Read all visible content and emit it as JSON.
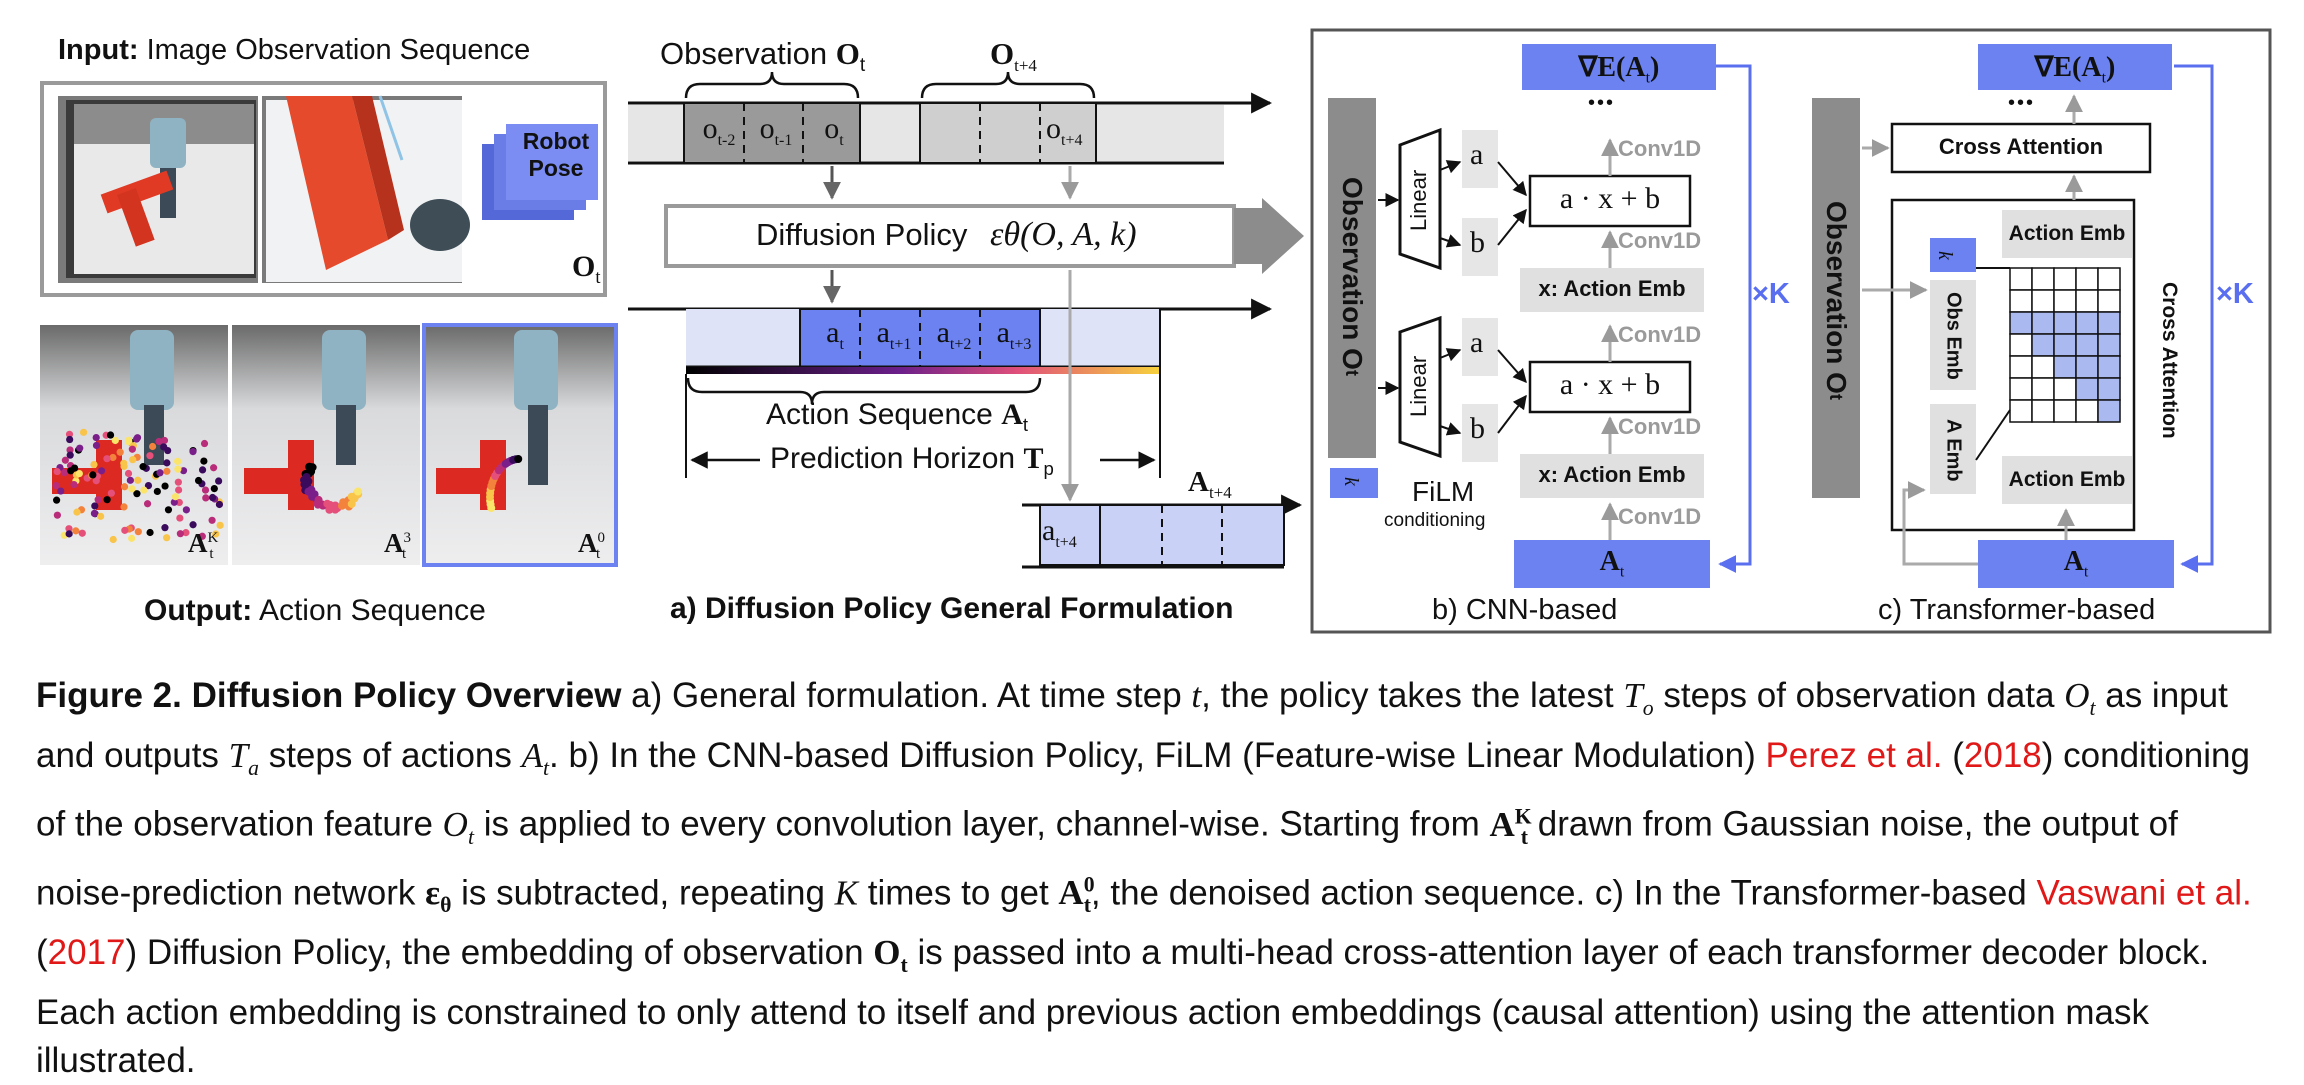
{
  "panel_a": {
    "input_bold": "Input:",
    "input_rest": " Image Observation Sequence",
    "robot_pose": [
      "Robot",
      "Pose"
    ],
    "obs_symbol": "O",
    "obs_sub": "t",
    "output_bold": "Output:",
    "output_rest": "  Action Sequence",
    "sample_K": "A",
    "sample_K_sup": "K",
    "sample_3": "A",
    "sample_3_sup": "3",
    "sample_0": "A",
    "sample_0_sup": "0",
    "sample_sub": "t",
    "observation_label": "Observation",
    "observation_symbol": "O",
    "observation_sub": "t",
    "obs_future": "O",
    "obs_future_sub": "t+4",
    "obs_cells": [
      "o",
      "o",
      "o"
    ],
    "obs_cell_subs": [
      "t-2",
      "t-1",
      "t"
    ],
    "obs_future_cell": "o",
    "obs_future_cell_sub": "t+4",
    "policy_label": "Diffusion Policy",
    "policy_formula": "εθ(O, A, k)",
    "action_cells": [
      "a",
      "a",
      "a",
      "a"
    ],
    "action_cell_subs": [
      "t",
      "t+1",
      "t+2",
      "t+3"
    ],
    "action_seq_label": "Action Sequence",
    "action_seq_symbol": "A",
    "action_seq_sub": "t",
    "horizon_label": "Prediction Horizon",
    "horizon_symbol": "T",
    "horizon_sub": "p",
    "future_action_symbol": "A",
    "future_action_sub": "t+4",
    "future_action_cell": "a",
    "future_action_cell_sub": "t+4",
    "subtitle": "a) Diffusion Policy General Formulation"
  },
  "panel_b": {
    "obs_label": "Observation O",
    "obs_sub": "t",
    "k_label": "k",
    "linear_label": "Linear",
    "a_label": "a",
    "b_label": "b",
    "gradient": "∇E(A",
    "gradient_sub": "t",
    "gradient_close": ")",
    "dots": "•••",
    "conv": "Conv1D",
    "film_expr": "a · x + b",
    "action_emb": "x: Action Emb",
    "film_label": "FiLM",
    "film_sub": "conditioning",
    "bottom_symbol": "A",
    "bottom_sub": "t",
    "times_k": "×K",
    "subtitle": "b) CNN-based"
  },
  "panel_c": {
    "obs_label": "Observation O",
    "obs_sub": "t",
    "gradient": "∇E(A",
    "gradient_sub": "t",
    "gradient_close": ")",
    "dots": "•••",
    "cross_attention": "Cross Attention",
    "cross_attention_vertical": "Cross Attention",
    "k_label": "k",
    "obs_emb": "Obs Emb",
    "a_emb": "A Emb",
    "action_emb": "Action Emb",
    "bottom_symbol": "A",
    "bottom_sub": "t",
    "times_k": "×K",
    "subtitle": "c) Transformer-based",
    "mask_rows": 7,
    "mask_cols": 5
  },
  "colors": {
    "blue": "#6b82f0",
    "light_blue": "#c9d1f7",
    "pale_blue": "#dfe3f8",
    "gray_dark": "#8c8c8c",
    "gray_mid": "#cfcfcf",
    "gray_light": "#e6e6e6",
    "cite_red": "#e01818"
  },
  "caption": {
    "lead": "Figure 2.  Diffusion Policy Overview",
    "s1": "  a) General formulation. At time step ",
    "m_t": "t",
    "s2": ", the policy takes the latest ",
    "m_To": "T",
    "m_To_sub": "o",
    "s3": " steps of observation data ",
    "m_Ot": "O",
    "m_Ot_sub": "t",
    "s4": " as input and outputs ",
    "m_Ta": "T",
    "m_Ta_sub": "a",
    "s5": " steps of actions ",
    "m_At": "A",
    "m_At_sub": "t",
    "s6": ". b) In the CNN-based Diffusion Policy, FiLM (Feature-wise Linear Modulation) ",
    "cite1_name": "Perez et al.",
    "cite1_year": "2018",
    "s7": " conditioning of the observation feature ",
    "m_Ot2": "O",
    "m_Ot2_sub": "t",
    "s8": " is applied to every convolution layer, channel-wise. Starting from ",
    "m_AK": "A",
    "m_AK_sub": "t",
    "m_AK_sup": "K",
    "s9": " drawn from Gaussian noise, the output of noise-prediction network ",
    "m_eps": "ε",
    "m_eps_sub": "θ",
    "s10": " is subtracted, repeating ",
    "m_K": "K",
    "s11": " times to get ",
    "m_A0": "A",
    "m_A0_sub": "t",
    "m_A0_sup": "0",
    "s12": ", the denoised action sequence. c) In the Transformer-based ",
    "cite2_name": "Vaswani et al.",
    "cite2_year": "2017",
    "s13": " Diffusion Policy, the embedding of observation ",
    "m_Ot3": "O",
    "m_Ot3_sub": "t",
    "s14": " is passed into a multi-head cross-attention layer of each transformer decoder block. Each action embedding is constrained to only attend to itself and previous action embeddings (causal attention) using the attention mask illustrated."
  }
}
